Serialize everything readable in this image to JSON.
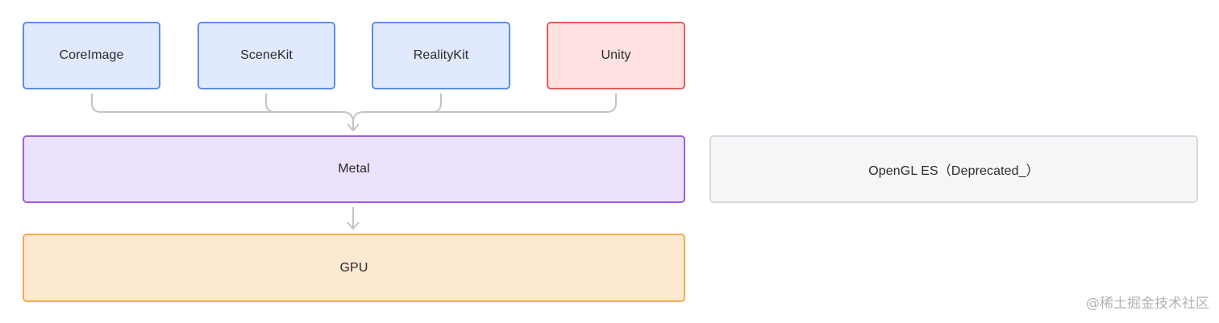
{
  "nodes": {
    "coreimage": "CoreImage",
    "scenekit": "SceneKit",
    "realitykit": "RealityKit",
    "unity": "Unity",
    "metal": "Metal",
    "opengl": "OpenGL ES（Deprecated_）",
    "gpu": "GPU"
  },
  "watermark": "@稀土掘金技术社区",
  "colors": {
    "blue_fill": "#e1e9ff",
    "blue_border": "#5b8ee6",
    "red_fill": "#ffe1e1",
    "red_border": "#e85a5a",
    "purple_fill": "#ece2fd",
    "purple_border": "#9a5fe8",
    "gray_fill": "#f5f6f7",
    "gray_border": "#d6d8db",
    "orange_fill": "#fde8d2",
    "orange_border": "#f3ad4b",
    "connector": "#c4c4c4"
  }
}
